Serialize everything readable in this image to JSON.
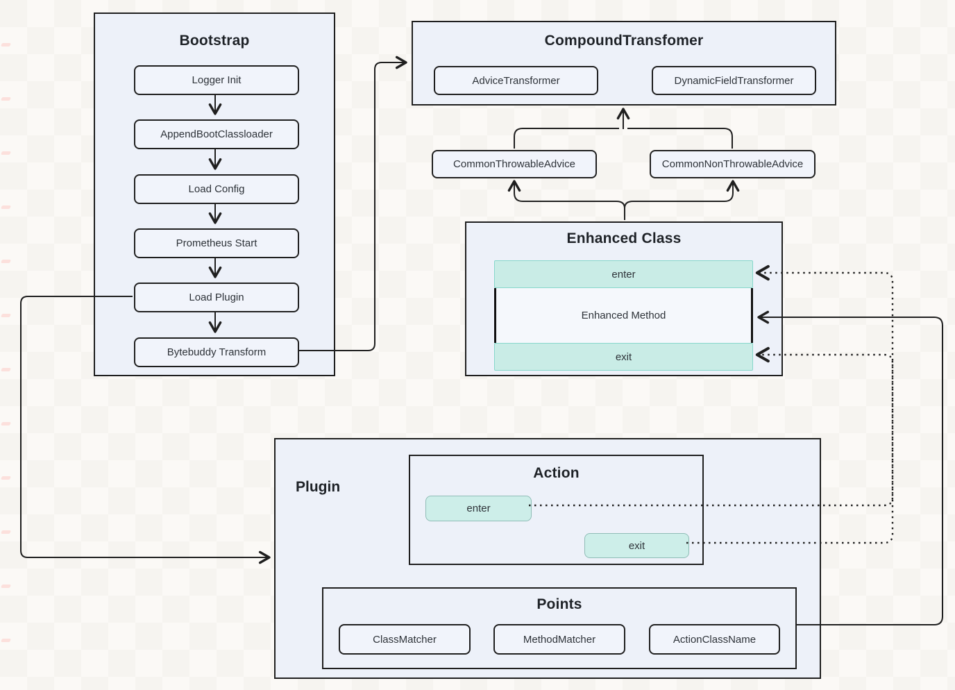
{
  "bootstrap": {
    "title": "Bootstrap",
    "steps": [
      "Logger Init",
      "AppendBootClassloader",
      "Load Config",
      "Prometheus Start",
      "Load Plugin",
      "Bytebuddy Transform"
    ]
  },
  "compound_transformer": {
    "title": "CompoundTransfomer",
    "children": [
      "AdviceTransformer",
      "DynamicFieldTransformer"
    ]
  },
  "advices": {
    "throwable": "CommonThrowableAdvice",
    "non_throwable": "CommonNonThrowableAdvice"
  },
  "enhanced_class": {
    "title": "Enhanced Class",
    "enter": "enter",
    "method": "Enhanced Method",
    "exit": "exit"
  },
  "plugin": {
    "title": "Plugin",
    "action": {
      "title": "Action",
      "enter": "enter",
      "exit": "exit"
    },
    "points": {
      "title": "Points",
      "items": [
        "ClassMatcher",
        "MethodMatcher",
        "ActionClassName"
      ]
    }
  },
  "colors": {
    "panel_fill": "#edf1f9",
    "node_fill": "#f1f4fb",
    "line": "#1f1f1f",
    "teal_fill": "#c9ece6",
    "teal_border": "#86d7cb",
    "canvas_bg": "#faf8f5"
  },
  "edges": [
    {
      "from": "Logger Init",
      "to": "AppendBootClassloader",
      "style": "solid-arrow"
    },
    {
      "from": "AppendBootClassloader",
      "to": "Load Config",
      "style": "solid-arrow"
    },
    {
      "from": "Load Config",
      "to": "Prometheus Start",
      "style": "solid-arrow"
    },
    {
      "from": "Prometheus Start",
      "to": "Load Plugin",
      "style": "solid-arrow"
    },
    {
      "from": "Load Plugin",
      "to": "Bytebuddy Transform",
      "style": "solid-arrow"
    },
    {
      "from": "Load Plugin",
      "to": "Plugin",
      "style": "solid-arrow"
    },
    {
      "from": "Bytebuddy Transform",
      "to": "CompoundTransfomer",
      "style": "solid-arrow"
    },
    {
      "from": "CommonThrowableAdvice",
      "to": "CompoundTransfomer",
      "style": "solid-arrow"
    },
    {
      "from": "CommonNonThrowableAdvice",
      "to": "CompoundTransfomer",
      "style": "solid-arrow"
    },
    {
      "from": "Enhanced Class",
      "to": "CommonThrowableAdvice",
      "style": "solid-arrow"
    },
    {
      "from": "Enhanced Class",
      "to": "CommonNonThrowableAdvice",
      "style": "solid-arrow"
    },
    {
      "from": "Points",
      "to": "Enhanced Method",
      "style": "solid-arrow"
    },
    {
      "from": "Action enter",
      "to": "Enhanced Class enter",
      "style": "dashed-arrow"
    },
    {
      "from": "Action exit",
      "to": "Enhanced Class exit",
      "style": "dashed-arrow"
    }
  ]
}
